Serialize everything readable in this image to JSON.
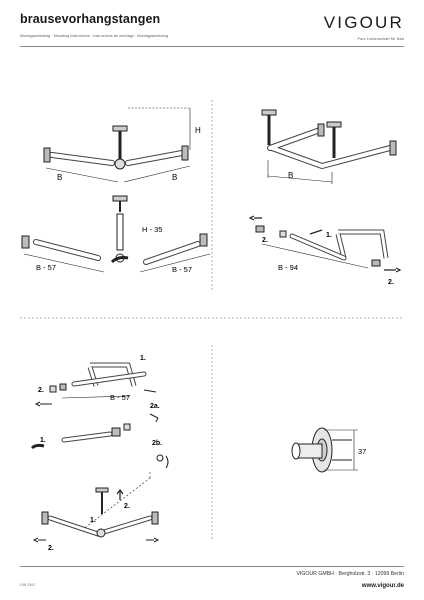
{
  "header": {
    "title": "brausevorhangstangen",
    "subtitle": "Montageanleitung · Mounting instructions · Instructions de montage · Montageanvisning",
    "brand": "VIGOUR",
    "tagline": "Pure Leidenschaft für Bad"
  },
  "diagrams": {
    "d1": {
      "height_label": "H",
      "b_left": "B",
      "b_right": "B"
    },
    "d2": {
      "b_label": "B"
    },
    "d3": {
      "h_label": "H - 35",
      "b_left": "B - 57",
      "b_right": "B - 57"
    },
    "d4": {
      "step1": "1.",
      "step2a": "2.",
      "step2b": "2.",
      "b_label": "B - 94"
    },
    "d5": {
      "step1a": "1.",
      "step2a": "2.",
      "b_label": "B - 57",
      "step2a_alt": "2a.",
      "step1b": "1.",
      "step2b": "2b.",
      "step1c": "1.",
      "step2c": "2.",
      "step2d": "2."
    },
    "d6": {
      "dim": "37"
    }
  },
  "footer": {
    "address": "VIGOUR GMBH · Bergholzstr. 3 · 12099 Berlin",
    "web": "www.vigour.de",
    "doc_no": "DIN 0302"
  }
}
